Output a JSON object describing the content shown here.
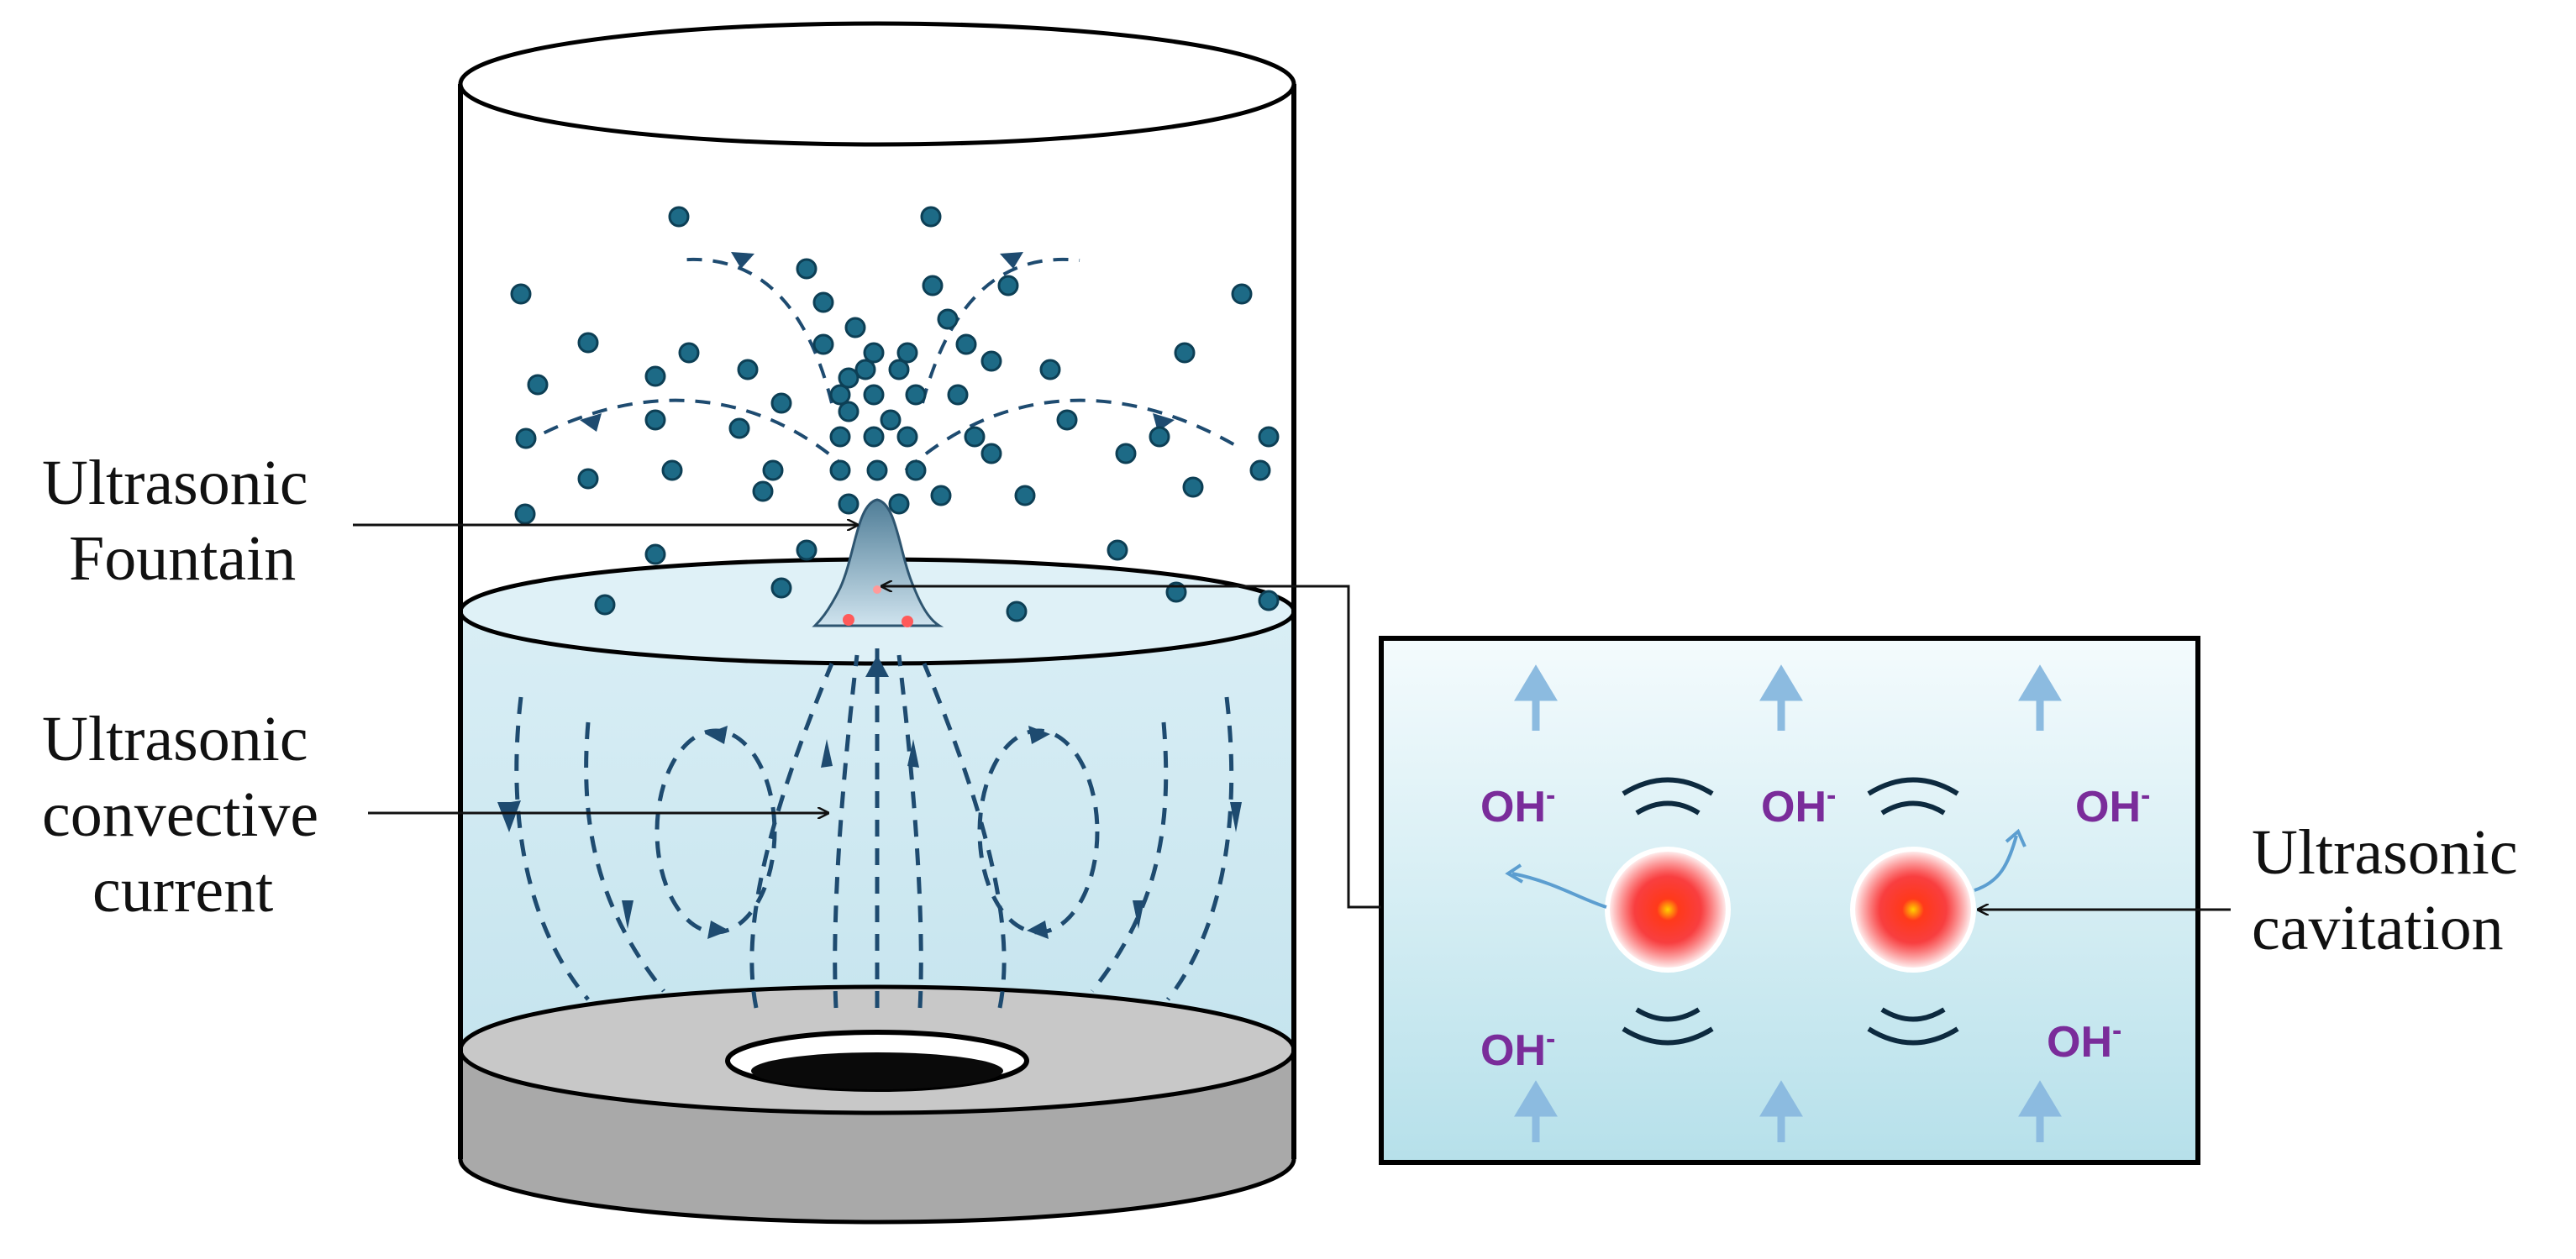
{
  "labels": {
    "fountain": [
      "Ultrasonic",
      "Fountain"
    ],
    "convective": [
      "Ultrasonic",
      "convective",
      "current"
    ],
    "cavitation": [
      "Ultrasonic",
      "cavitation"
    ]
  },
  "ions": {
    "symbol": "OH",
    "charge": "-"
  },
  "colors": {
    "water": "#cfe9f2",
    "water_surface": "#dff1f7",
    "droplet": "#1d6a86",
    "droplet_edge": "#0d3f55",
    "flow_line": "#1e4b70",
    "transducer_top": "#c8c8c8",
    "transducer_side": "#a9a9a9",
    "bubble_core": "#ff1a1a",
    "ion_text": "#7a2c9a",
    "up_arrow": "#8cbbe0"
  }
}
